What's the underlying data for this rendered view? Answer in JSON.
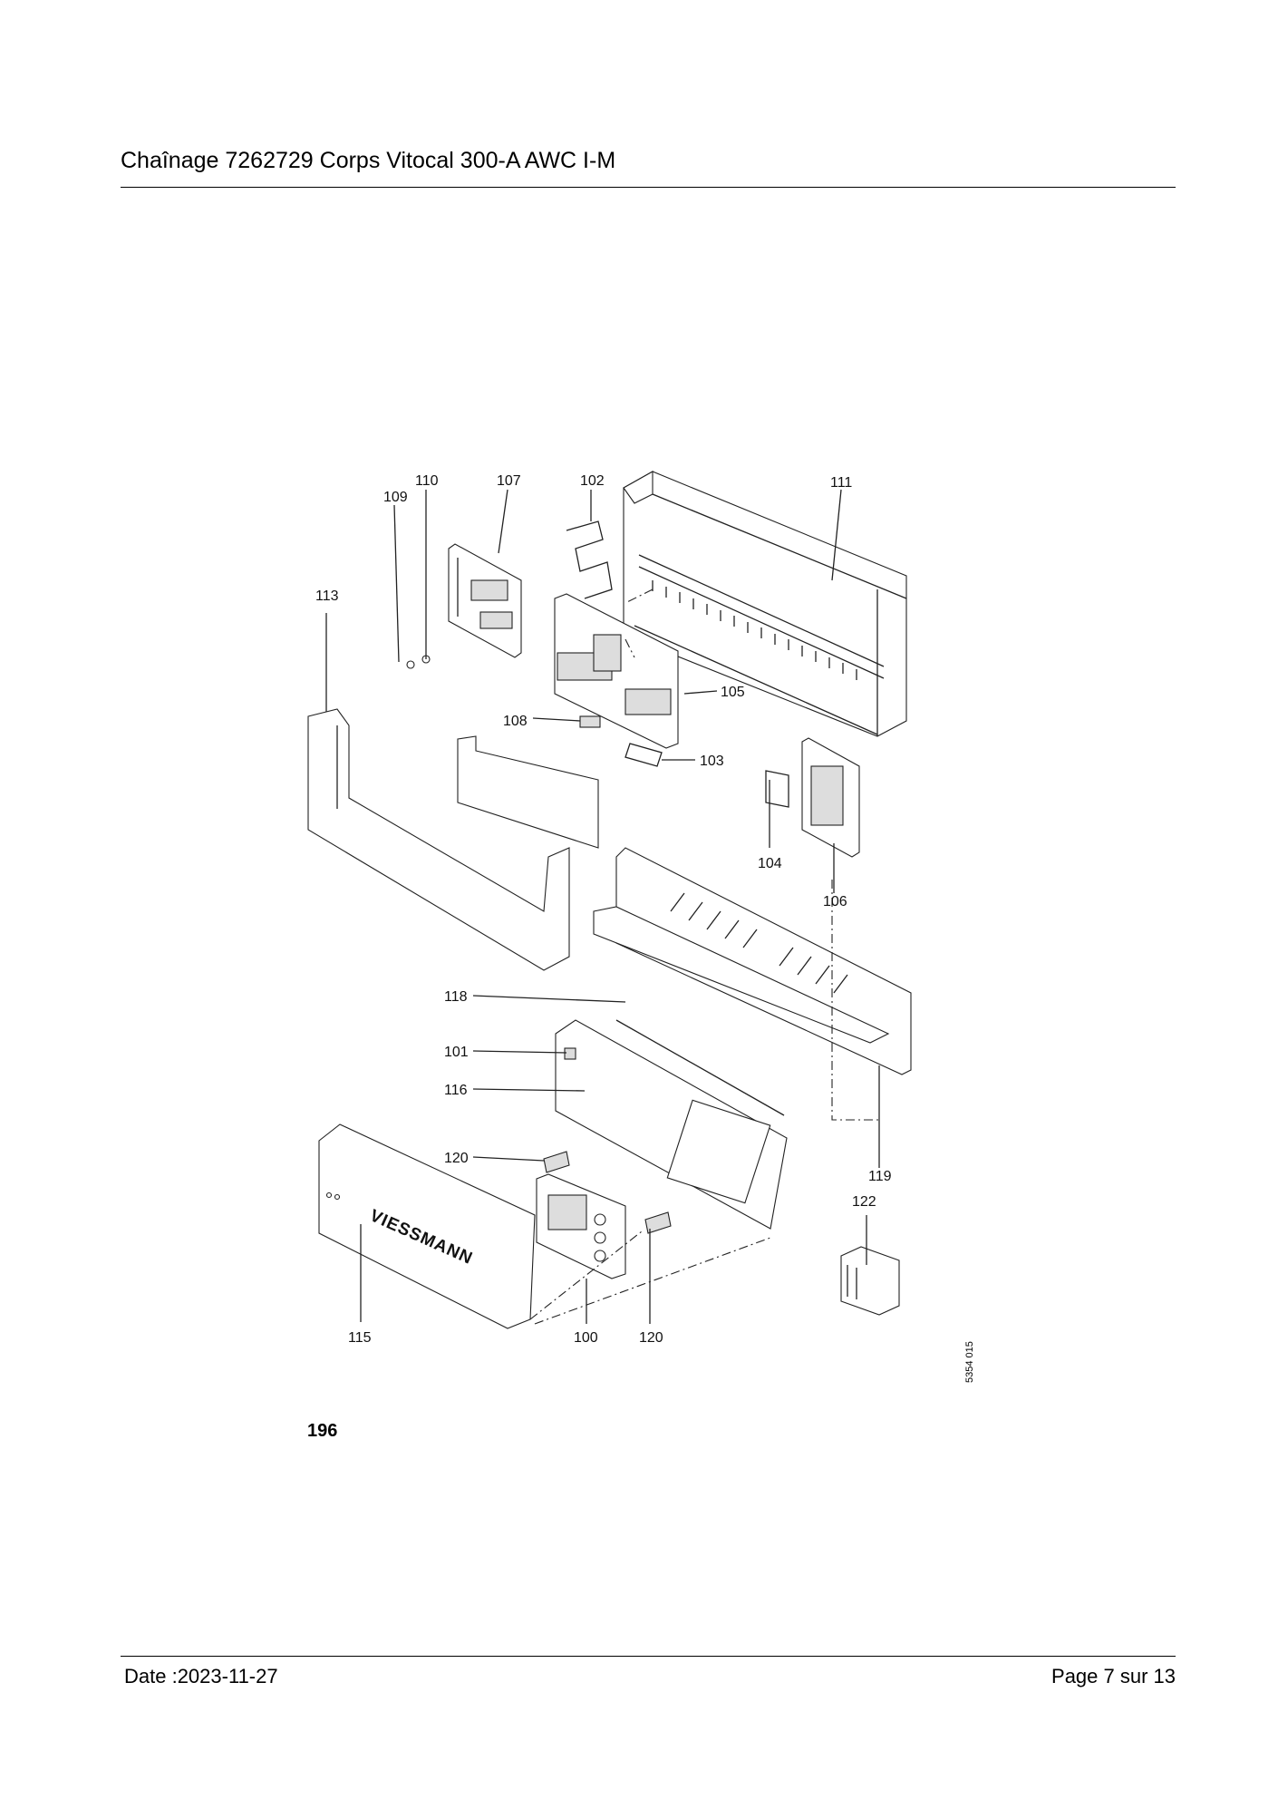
{
  "header": {
    "title": "Chaînage 7262729 Corps Vitocal 300-A AWC I-M"
  },
  "figure": {
    "number": "196",
    "doc_code": "5354 015",
    "brand_text": "VIESSMANN",
    "callouts": [
      "100",
      "101",
      "102",
      "103",
      "104",
      "105",
      "106",
      "107",
      "108",
      "109",
      "110",
      "111",
      "113",
      "115",
      "116",
      "118",
      "119",
      "120",
      "120",
      "122"
    ]
  },
  "footer": {
    "date": "Date :2023-11-27",
    "page": "Page 7 sur  13"
  }
}
